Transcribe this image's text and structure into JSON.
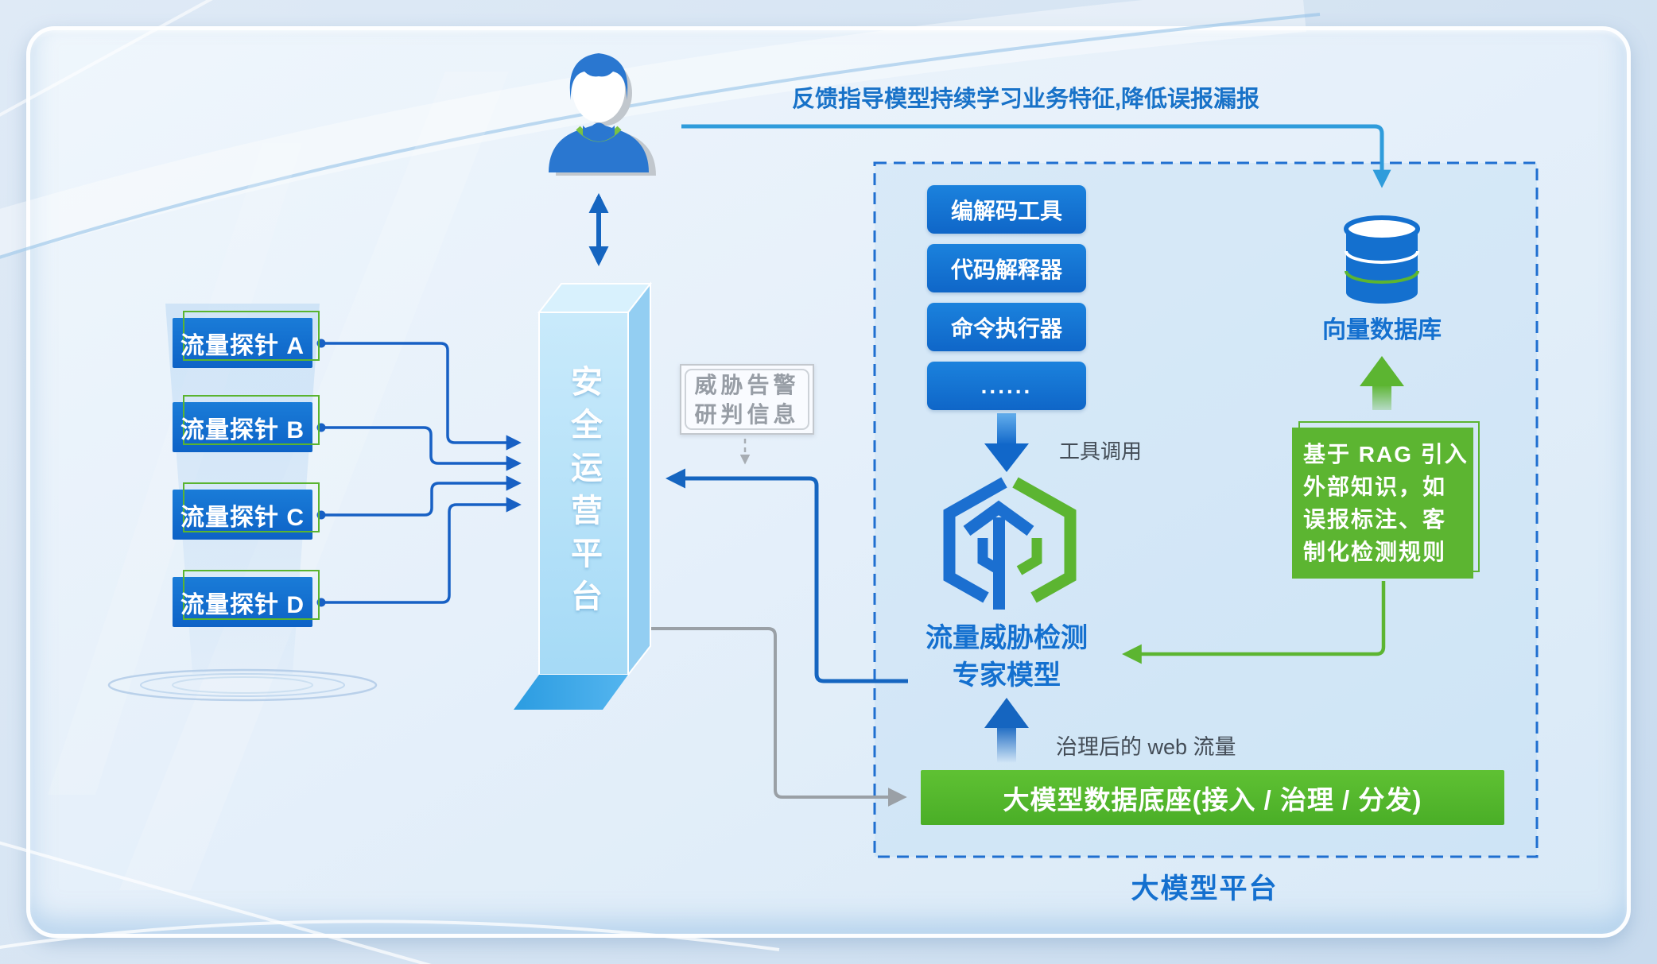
{
  "feedback": {
    "label": "反馈指导模型持续学习业务特征,降低误报漏报"
  },
  "probes": {
    "items": [
      {
        "label": "流量探针 A"
      },
      {
        "label": "流量探针 B"
      },
      {
        "label": "流量探针 C"
      },
      {
        "label": "流量探针 D"
      }
    ]
  },
  "soc": {
    "title": "安全运营平台"
  },
  "alert": {
    "line1": "威胁告警",
    "line2": "研判信息"
  },
  "llm": {
    "caption": "大模型平台",
    "tools": [
      {
        "label": "编解码工具"
      },
      {
        "label": "代码解释器"
      },
      {
        "label": "命令执行器"
      },
      {
        "label": "......"
      }
    ],
    "tool_call": "工具调用",
    "model_line1": "流量威胁检测",
    "model_line2": "专家模型",
    "governed": "治理后的 web 流量",
    "data_base": "大模型数据底座(接入 / 治理 / 分发)",
    "vector_db": "向量数据库",
    "rag": {
      "lines": [
        {
          "t": "基于 RAG 引入"
        },
        {
          "t": "外部知识，如"
        },
        {
          "t": "误报标注、客"
        },
        {
          "t": "制化检测规则"
        }
      ]
    }
  },
  "colors": {
    "accent_blue": "#1470cf",
    "accent_green": "#5cb531",
    "line_cyan": "#2f9cdb",
    "line_gray": "#9aa0a6"
  }
}
